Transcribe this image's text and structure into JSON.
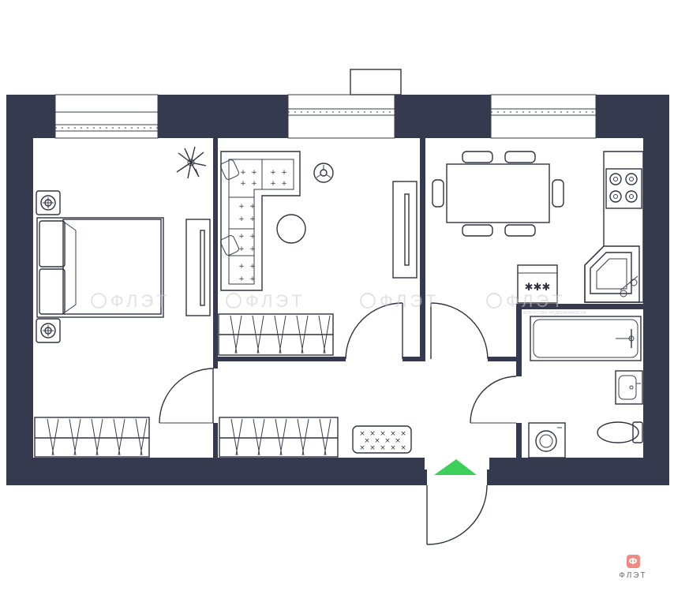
{
  "plan": {
    "watermark_text": "ФЛЭТ",
    "watermark_subtext": "агентство недвижимости",
    "entrance_marker_color": "#3ecf5a",
    "wall_color": "#363a4f"
  },
  "logo": {
    "badge_glyph": "Ф",
    "wordmark": "ФЛЭТ",
    "badge_color": "#f08a82"
  }
}
